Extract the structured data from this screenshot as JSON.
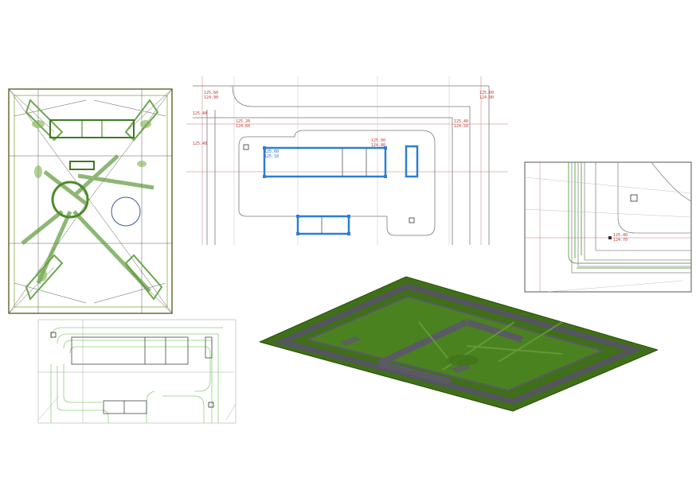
{
  "colors": {
    "grass": "#4a7c1f",
    "grass_dark": "#2f5512",
    "road": "#4a4a55",
    "contour_green": "#6aa84f",
    "selection_blue": "#2a7fd4",
    "dim_red": "#c0392b",
    "line_grey": "#8a8a8a",
    "frame": "#555555"
  },
  "icons": {
    "panel_site_plan": "triangulated-site-plan",
    "panel_layout": "building-layout-plan",
    "panel_detail": "corner-detail-plan",
    "panel_contours": "contour-plan",
    "panel_3d": "terrain-3d-view"
  },
  "annotations": {
    "layout_top_right_a": "125.60",
    "layout_top_right_b": "124.90",
    "layout_top_left_a": "125.60",
    "layout_top_left_b": "124.90",
    "layout_left_1": "125.40",
    "layout_left_2": "125.40",
    "layout_inner_left_a": "125.20",
    "layout_inner_left_b": "124.60",
    "layout_inner_right_a": "125.40",
    "layout_inner_right_b": "124.50",
    "layout_building_a": "125.60",
    "layout_building_b": "125.10",
    "layout_building_c": "125.00",
    "layout_building_d": "124.80",
    "detail_a": "125.40",
    "detail_b": "124.70"
  }
}
